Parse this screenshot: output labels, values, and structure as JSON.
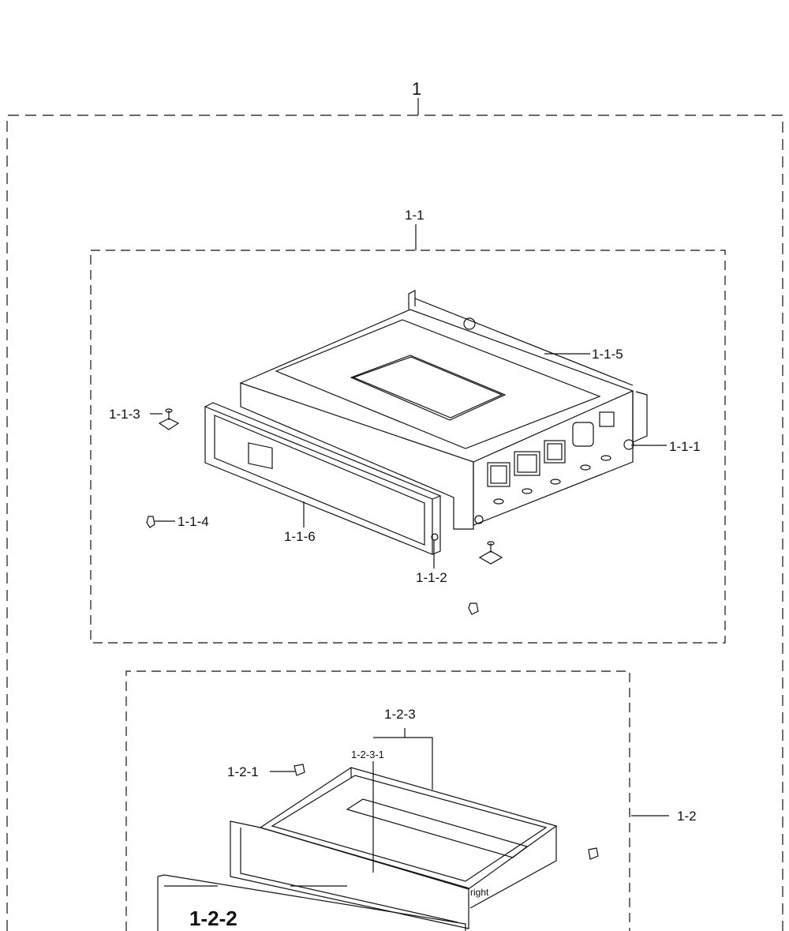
{
  "labels": {
    "top": "1",
    "assembly_1_1": "1-1",
    "part_1_1_1": "1-1-1",
    "part_1_1_2": "1-1-2",
    "part_1_1_3": "1-1-3",
    "part_1_1_4": "1-1-4",
    "part_1_1_5": "1-1-5",
    "part_1_1_6": "1-1-6",
    "assembly_1_2": "1-2",
    "part_1_2_1": "1-2-1",
    "part_1_2_2": "1-2-2",
    "part_1_2_3": "1-2-3",
    "part_1_2_3_1": "1-2-3-1",
    "cut_text": "right"
  }
}
